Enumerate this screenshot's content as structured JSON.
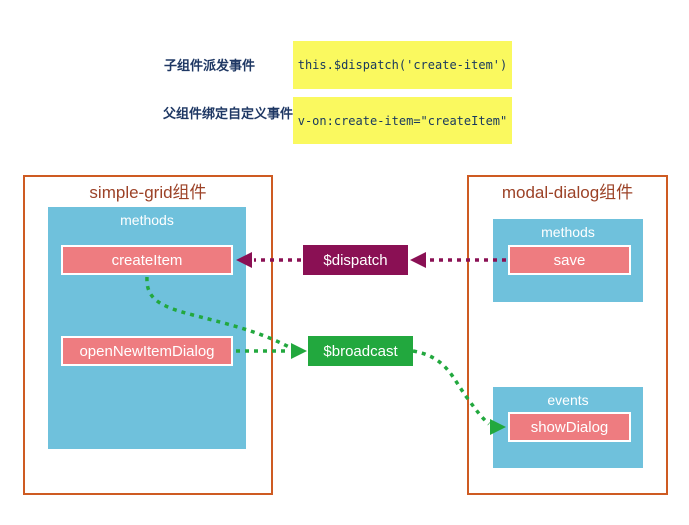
{
  "notes": [
    {
      "label": "子组件派发事件",
      "code": "this.$dispatch('create-item')"
    },
    {
      "label": "父组件绑定自定义事件",
      "code": "v-on:create-item=\"createItem\""
    }
  ],
  "left_component": {
    "title": "simple-grid组件",
    "methods_label": "methods",
    "methods": [
      "createItem",
      "openNewItemDialog"
    ]
  },
  "right_component": {
    "title": "modal-dialog组件",
    "methods_label": "methods",
    "methods": [
      "save"
    ],
    "events_label": "events",
    "events": [
      "showDialog"
    ]
  },
  "event_buses": {
    "dispatch": "$dispatch",
    "broadcast": "$broadcast"
  },
  "colors": {
    "note_bg": "#FAF95F",
    "note_text": "#1F3864",
    "component_border": "#CE5B22",
    "component_title": "#9C4227",
    "section_bg": "#6FC1DC",
    "member_bg": "#EE7C80",
    "member_border": "#FFFFFF",
    "dispatch_bg": "#8A1054",
    "broadcast_bg": "#22A83E",
    "dispatch_arrow": "#8A1054",
    "broadcast_arrow": "#22A83E"
  }
}
